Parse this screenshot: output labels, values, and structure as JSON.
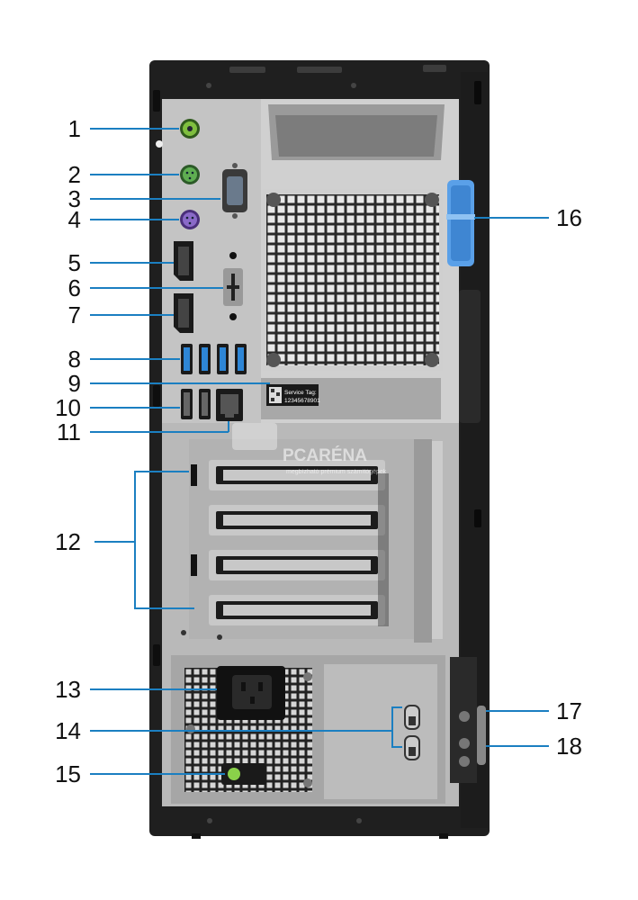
{
  "callouts": [
    {
      "id": "1",
      "label": "1"
    },
    {
      "id": "2",
      "label": "2"
    },
    {
      "id": "3",
      "label": "3"
    },
    {
      "id": "4",
      "label": "4"
    },
    {
      "id": "5",
      "label": "5"
    },
    {
      "id": "6",
      "label": "6"
    },
    {
      "id": "7",
      "label": "7"
    },
    {
      "id": "8",
      "label": "8"
    },
    {
      "id": "9",
      "label": "9"
    },
    {
      "id": "10",
      "label": "10"
    },
    {
      "id": "11",
      "label": "11"
    },
    {
      "id": "12",
      "label": "12"
    },
    {
      "id": "13",
      "label": "13"
    },
    {
      "id": "14",
      "label": "14"
    },
    {
      "id": "15",
      "label": "15"
    },
    {
      "id": "16",
      "label": "16"
    },
    {
      "id": "17",
      "label": "17"
    },
    {
      "id": "18",
      "label": "18"
    }
  ],
  "service_tag": {
    "title": "Service Tag:",
    "number": "12345678901"
  },
  "watermark": {
    "brand": "PCARÉNA",
    "tagline": "megbízható prémium számítógépek"
  },
  "colors": {
    "callout_line": "#1b7fc1",
    "chassis": "#1f1f1f",
    "panel": "#b9b9b9",
    "audio_jack": "#7fbf3f",
    "ps2_mouse": "#5fae52",
    "ps2_keyboard": "#8a6ac8",
    "usb3": "#2e86d6",
    "release_latch": "#5aa0e8",
    "power_led": "#8ad14a"
  }
}
